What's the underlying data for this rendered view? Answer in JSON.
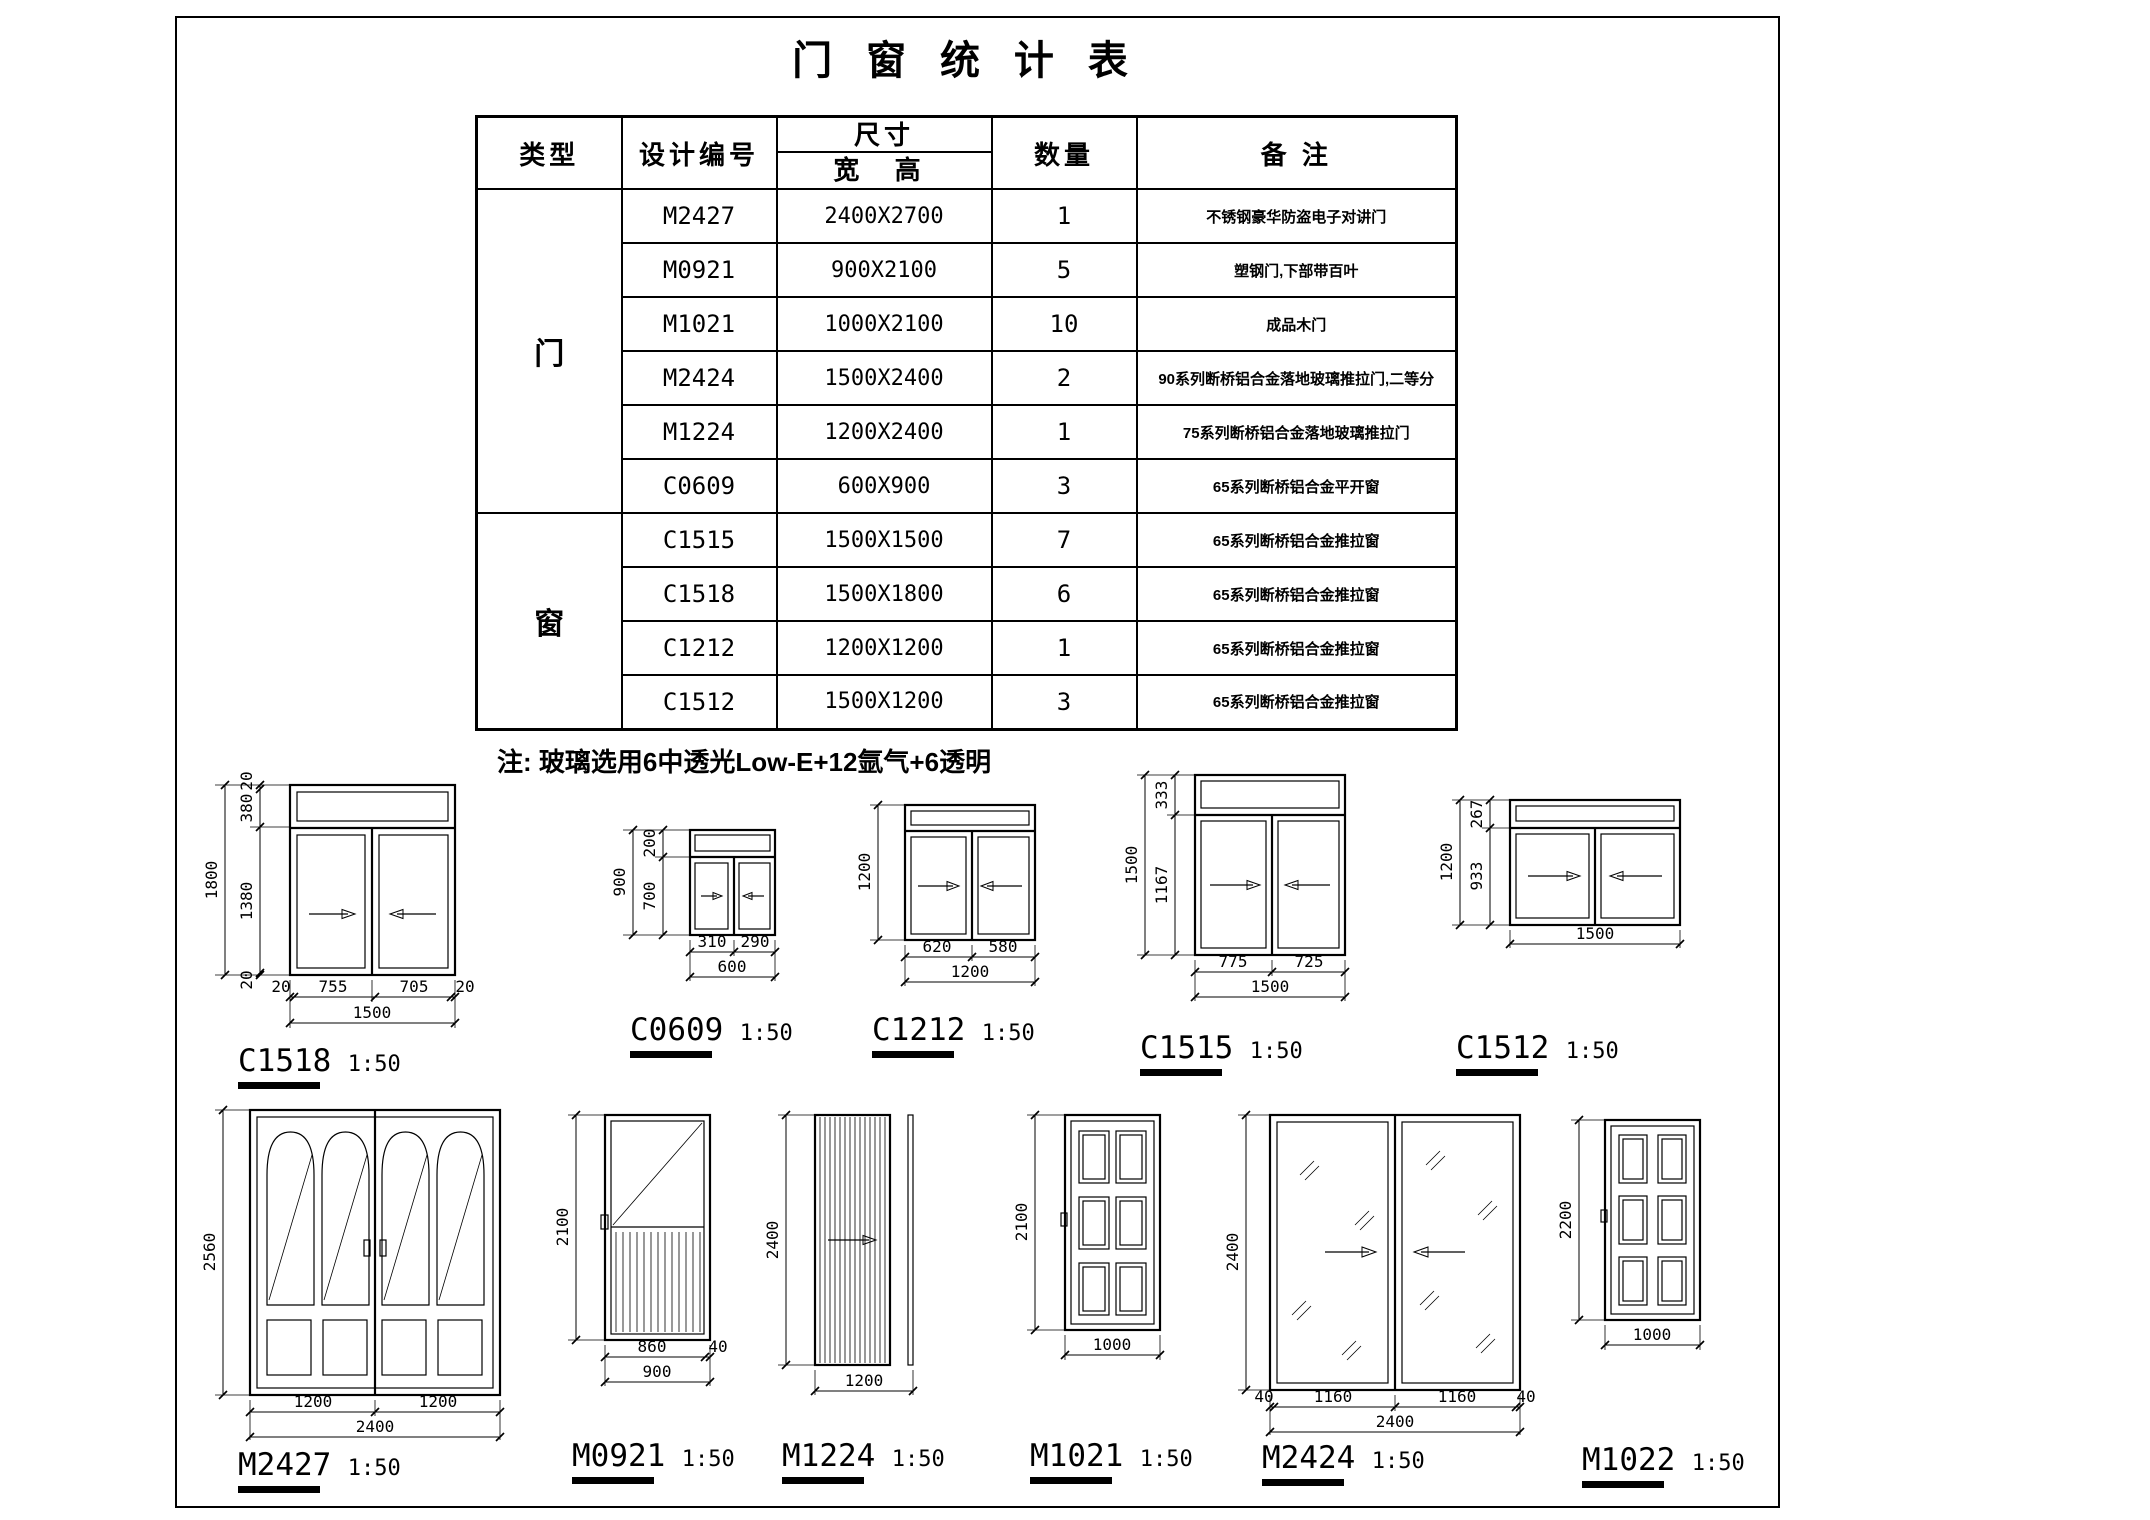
{
  "title": "门 窗 统 计 表",
  "note": "注: 玻璃选用6中透光Low-E+12氩气+6透明",
  "table": {
    "headers": {
      "type": "类型",
      "code": "设计编号",
      "size": "尺寸",
      "size_sub": "宽 高",
      "qty": "数量",
      "remark": "备 注"
    },
    "group_door": "门",
    "group_window": "窗",
    "rows": [
      {
        "code": "M2427",
        "size": "2400X2700",
        "qty": "1",
        "remark": "不锈钢豪华防盗电子对讲门"
      },
      {
        "code": "M0921",
        "size": "900X2100",
        "qty": "5",
        "remark": "塑钢门,下部带百叶"
      },
      {
        "code": "M1021",
        "size": "1000X2100",
        "qty": "10",
        "remark": "成品木门"
      },
      {
        "code": "M2424",
        "size": "1500X2400",
        "qty": "2",
        "remark": "90系列断桥铝合金落地玻璃推拉门,二等分"
      },
      {
        "code": "M1224",
        "size": "1200X2400",
        "qty": "1",
        "remark": "75系列断桥铝合金落地玻璃推拉门"
      },
      {
        "code": "C0609",
        "size": "600X900",
        "qty": "3",
        "remark": "65系列断桥铝合金平开窗"
      },
      {
        "code": "C1515",
        "size": "1500X1500",
        "qty": "7",
        "remark": "65系列断桥铝合金推拉窗"
      },
      {
        "code": "C1518",
        "size": "1500X1800",
        "qty": "6",
        "remark": "65系列断桥铝合金推拉窗"
      },
      {
        "code": "C1212",
        "size": "1200X1200",
        "qty": "1",
        "remark": "65系列断桥铝合金推拉窗"
      },
      {
        "code": "C1512",
        "size": "1500X1200",
        "qty": "3",
        "remark": "65系列断桥铝合金推拉窗"
      }
    ]
  },
  "drawings": {
    "C1518": {
      "label": "C1518",
      "scale": "1:50",
      "height_total": "1800",
      "height_segs": [
        "20",
        "380",
        "1380",
        "20"
      ],
      "width_segs": [
        "20",
        "755",
        "705",
        "20"
      ],
      "width_total": "1500"
    },
    "C0609": {
      "label": "C0609",
      "scale": "1:50",
      "height_total": "900",
      "height_segs": [
        "200",
        "700"
      ],
      "width_segs": [
        "310",
        "290"
      ],
      "width_total": "600"
    },
    "C1212": {
      "label": "C1212",
      "scale": "1:50",
      "height_total": "1200",
      "width_segs": [
        "620",
        "580"
      ],
      "width_total": "1200"
    },
    "C1515": {
      "label": "C1515",
      "scale": "1:50",
      "height_total": "1500",
      "height_segs": [
        "333",
        "1167"
      ],
      "width_segs": [
        "775",
        "725"
      ],
      "width_total": "1500"
    },
    "C1512": {
      "label": "C1512",
      "scale": "1:50",
      "height_total": "1200",
      "height_segs": [
        "267",
        "933"
      ],
      "width_total": "1500"
    },
    "M2427": {
      "label": "M2427",
      "scale": "1:50",
      "height_total": "2560",
      "width_segs": [
        "1200",
        "1200"
      ],
      "width_total": "2400"
    },
    "M0921": {
      "label": "M0921",
      "scale": "1:50",
      "height_total": "2100",
      "width_segs": [
        "860",
        "40"
      ],
      "width_total": "900"
    },
    "M1224": {
      "label": "M1224",
      "scale": "1:50",
      "height_total": "2400",
      "width_total": "1200"
    },
    "M1021": {
      "label": "M1021",
      "scale": "1:50",
      "height_total": "2100",
      "width_total": "1000"
    },
    "M2424": {
      "label": "M2424",
      "scale": "1:50",
      "height_total": "2400",
      "width_segs": [
        "40",
        "1160",
        "1160",
        "40"
      ],
      "width_total": "2400"
    },
    "M1022": {
      "label": "M1022",
      "scale": "1:50",
      "height_total": "2200",
      "width_total": "1000"
    }
  }
}
